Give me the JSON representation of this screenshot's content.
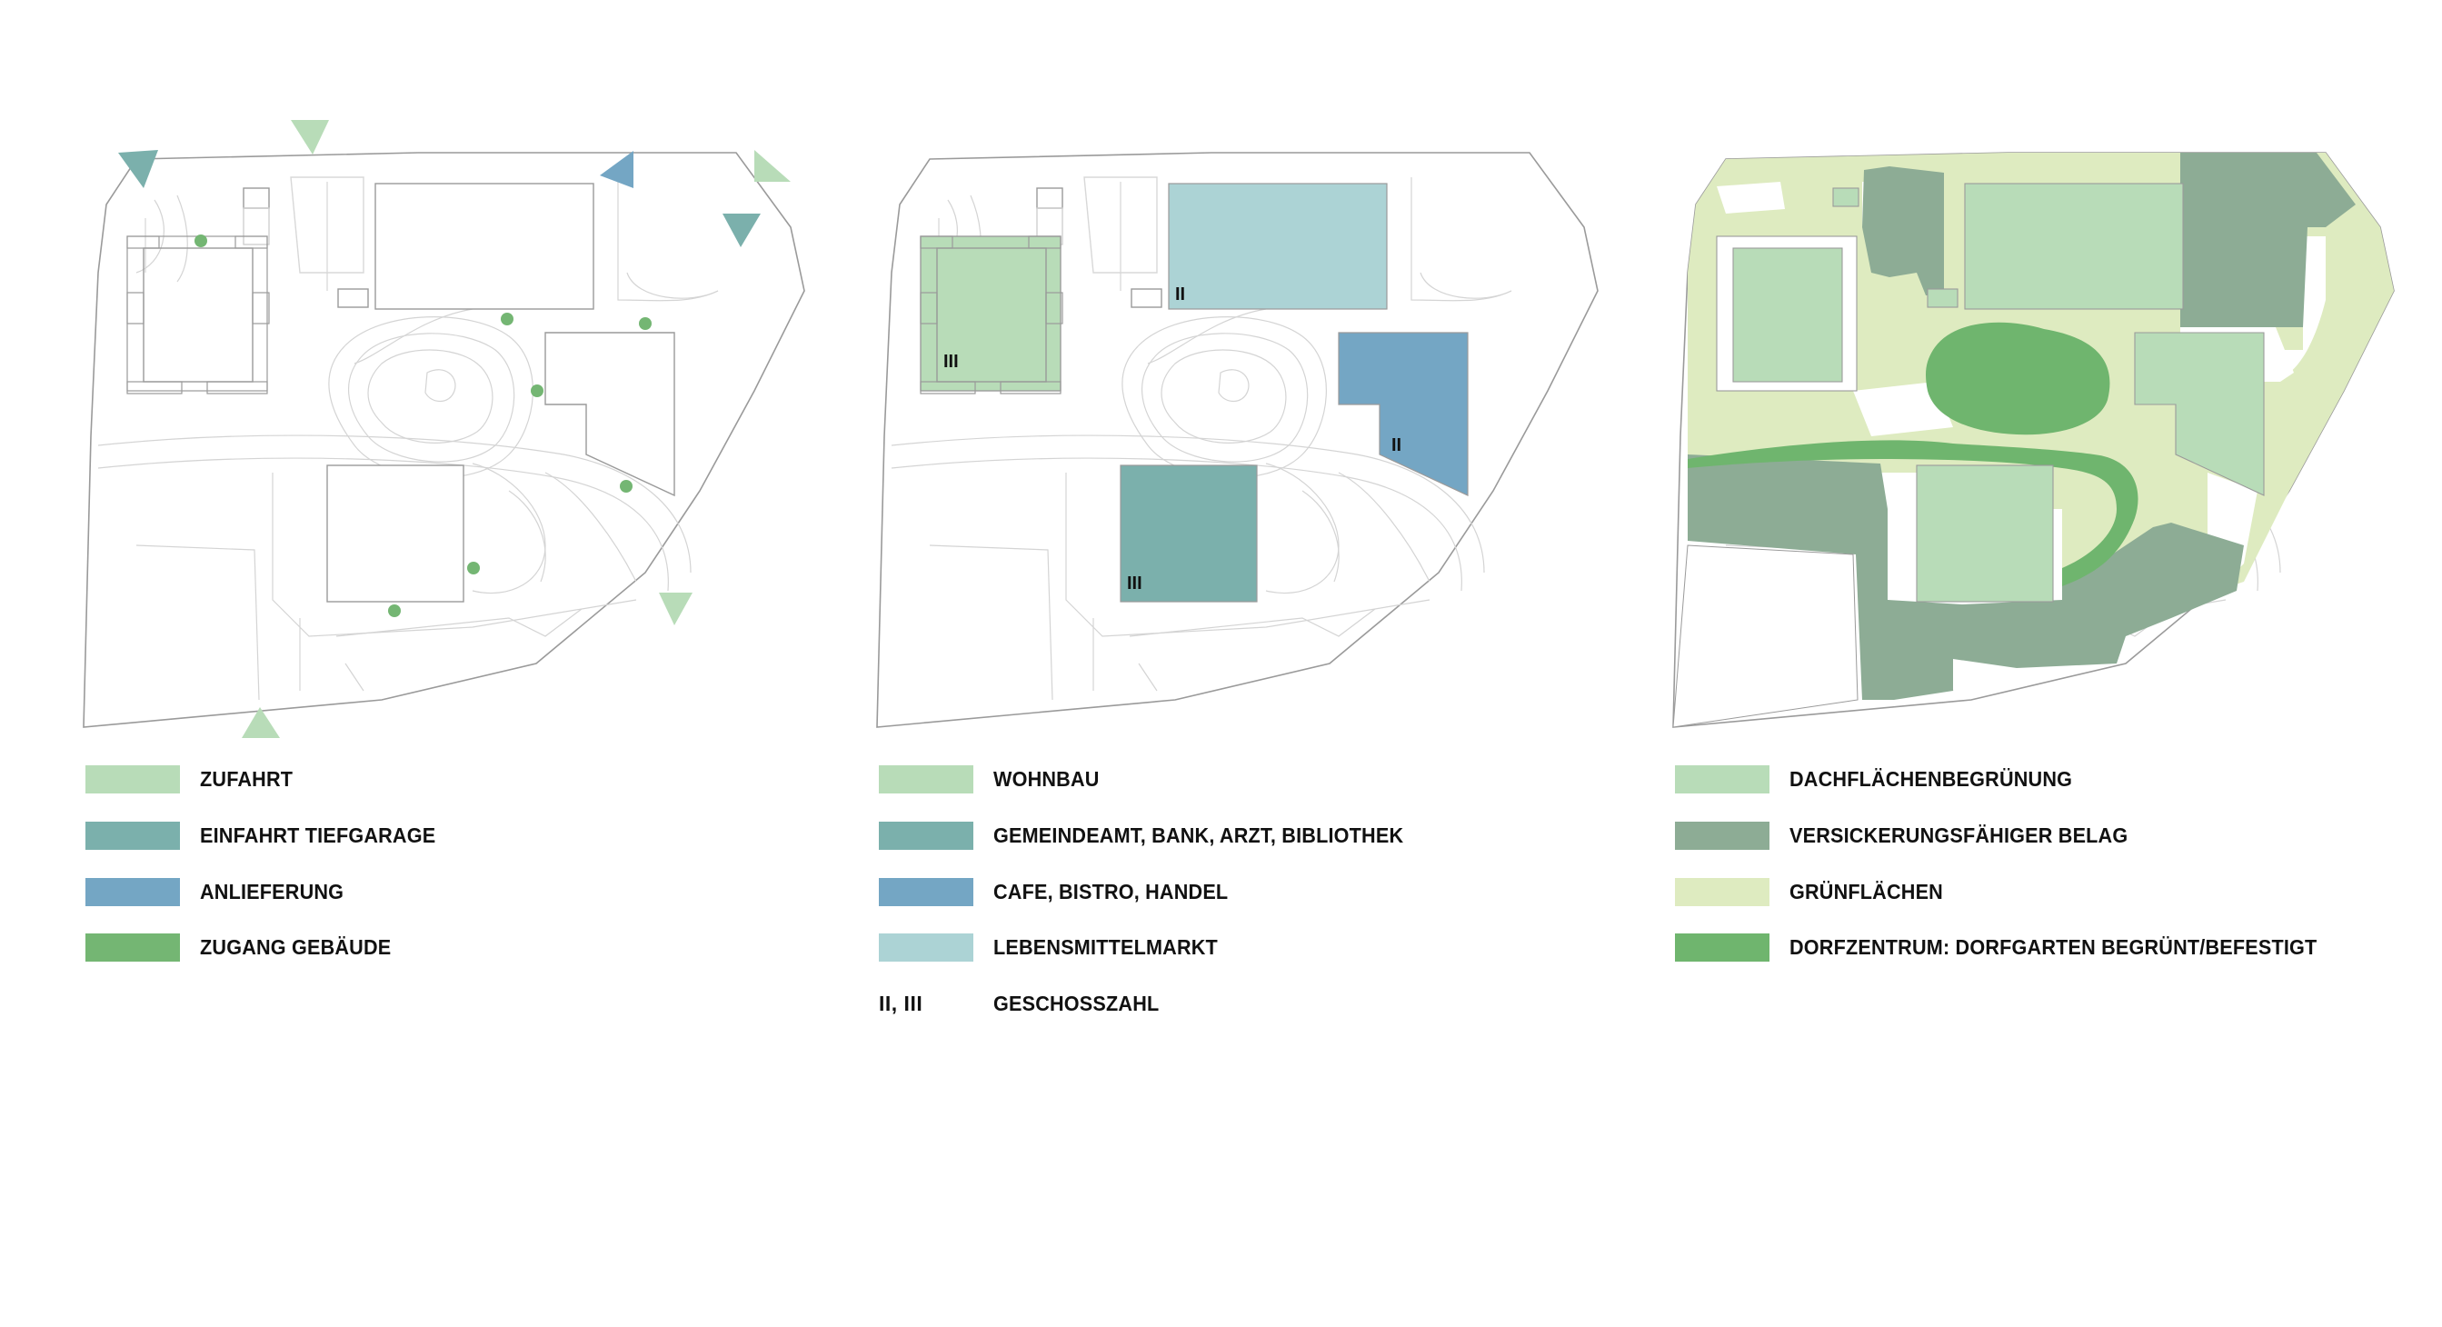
{
  "colors": {
    "light_green": "#b8dcb8",
    "teal": "#7bb0ac",
    "blue": "#74a6c4",
    "green": "#74b673",
    "light_blue": "#acd3d5",
    "grey_green": "#8dac95",
    "pale_green": "#deebc0",
    "mid_green": "#6fb56e",
    "outline": "#9a9a9a"
  },
  "panels": [
    {
      "legend": [
        {
          "swatch": "light_green",
          "label": "ZUFAHRT"
        },
        {
          "swatch": "teal",
          "label": "EINFAHRT TIEFGARAGE"
        },
        {
          "swatch": "blue",
          "label": "ANLIEFERUNG"
        },
        {
          "swatch": "green",
          "label": "ZUGANG GEBÄUDE"
        }
      ]
    },
    {
      "storey_labels": [
        "III",
        "II",
        "II",
        "III"
      ],
      "legend": [
        {
          "swatch": "light_green",
          "label": "WOHNBAU"
        },
        {
          "swatch": "teal",
          "label": "GEMEINDEAMT, BANK, ARZT, BIBLIOTHEK"
        },
        {
          "swatch": "blue",
          "label": "CAFE, BISTRO, HANDEL"
        },
        {
          "swatch": "light_blue",
          "label": "LEBENSMITTELMARKT"
        },
        {
          "swatch_text": "II, III",
          "label": "GESCHOSSZAHL"
        }
      ]
    },
    {
      "legend": [
        {
          "swatch": "light_green",
          "label": "DACHFLÄCHENBEGRÜNUNG"
        },
        {
          "swatch": "grey_green",
          "label": "VERSICKERUNGSFÄHIGER BELAG"
        },
        {
          "swatch": "pale_green",
          "label": "GRÜNFLÄCHEN"
        },
        {
          "swatch": "mid_green",
          "label": "DORFZENTRUM: DORFGARTEN BEGRÜNT/BEFESTIGT"
        }
      ]
    }
  ]
}
